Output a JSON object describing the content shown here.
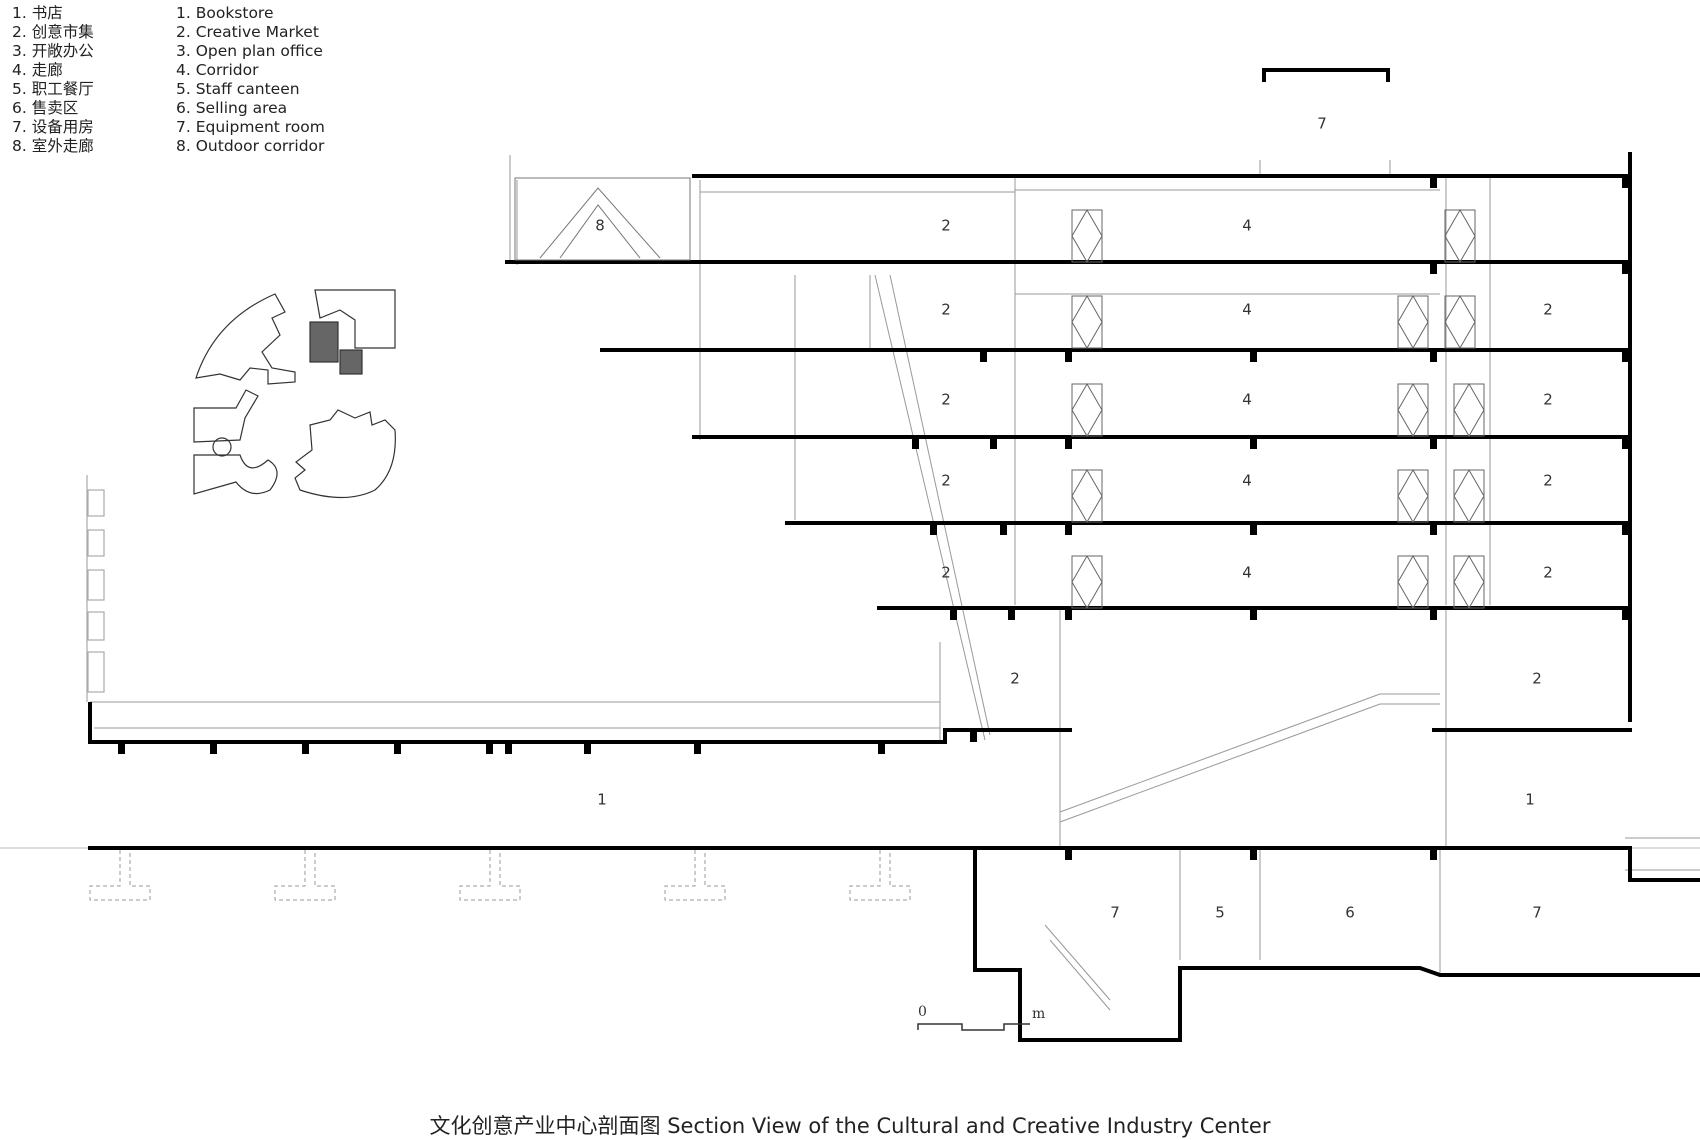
{
  "legend": {
    "cn": [
      "1. 书店",
      "2. 创意市集",
      "3. 开敞办公",
      "4. 走廊",
      "5. 职工餐厅",
      "6. 售卖区",
      "7. 设备用房",
      "8. 室外走廊"
    ],
    "en": [
      "1. Bookstore",
      "2. Creative Market",
      "3. Open plan office",
      "4. Corridor",
      "5. Staff canteen",
      "6. Selling area",
      "7. Equipment room",
      "8. Outdoor corridor"
    ]
  },
  "rooms": {
    "top_7": "7",
    "l8_8": "8",
    "l8_2": "2",
    "l8_4": "4",
    "l7_2a": "2",
    "l7_4": "4",
    "l7_2b": "2",
    "l6_2a": "2",
    "l6_4": "4",
    "l6_2b": "2",
    "l5_2a": "2",
    "l5_4": "4",
    "l5_2b": "2",
    "l4_2a": "2",
    "l4_4": "4",
    "l4_2b": "2",
    "l3_2a": "2",
    "l3_2b": "2",
    "g_1a": "1",
    "g_1b": "1",
    "b_7a": "7",
    "b_5": "5",
    "b_6": "6",
    "b_7b": "7"
  },
  "scale": {
    "zero": "0",
    "unit": "m"
  },
  "caption": "文化创意产业中心剖面图 Section View of the Cultural and Creative Industry Center"
}
